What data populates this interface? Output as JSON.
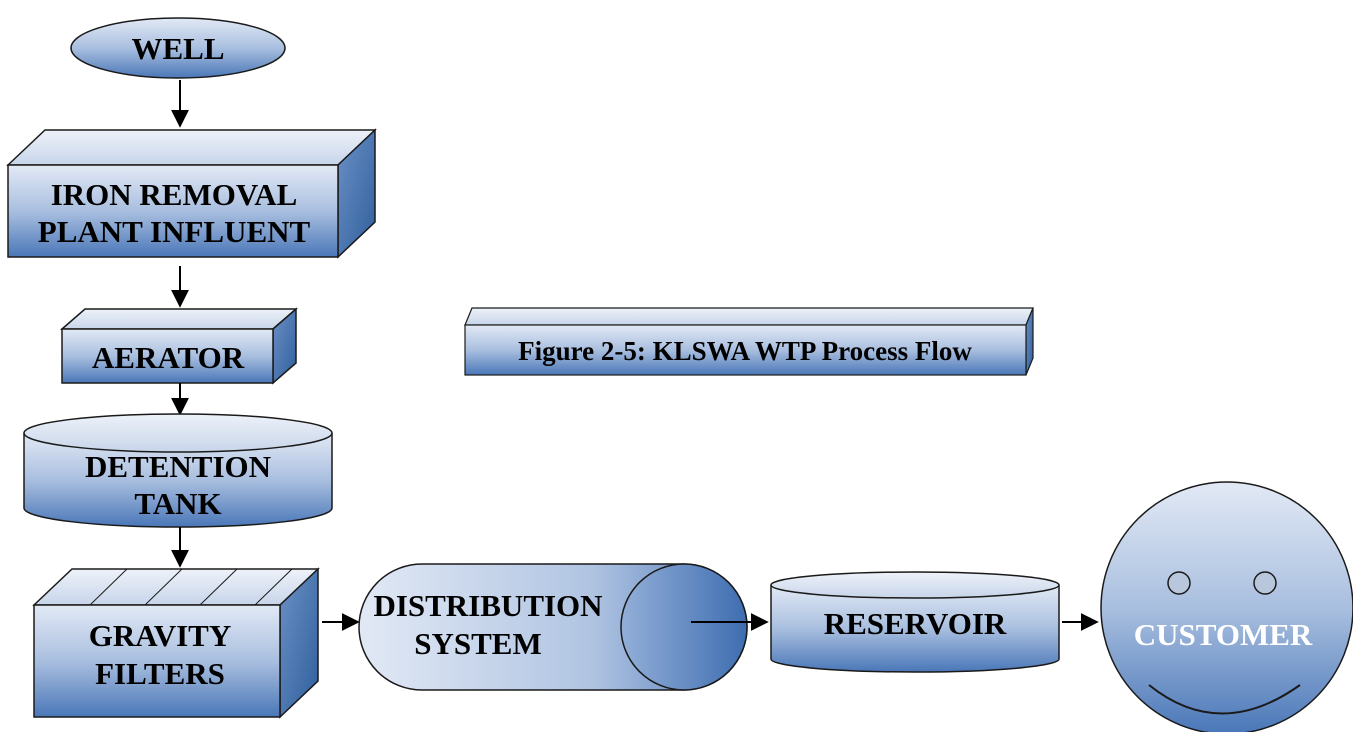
{
  "caption": "Figure 2-5: KLSWA WTP Process Flow",
  "colors": {
    "fill_light": "#dbe4f3",
    "fill_dark": "#4a77b8",
    "side_fill": "#3d6aa8",
    "outline": "#1a1a1a",
    "arrow": "#000000",
    "customer_text": "#ffffff"
  },
  "nodes": {
    "well": {
      "shape": "ellipse",
      "lines": [
        "WELL"
      ]
    },
    "iron_removal": {
      "shape": "3d-box",
      "lines": [
        "IRON REMOVAL",
        "PLANT INFLUENT"
      ]
    },
    "aerator": {
      "shape": "3d-box",
      "lines": [
        "AERATOR"
      ]
    },
    "detention_tank": {
      "shape": "cylinder",
      "lines": [
        "DETENTION",
        "TANK"
      ]
    },
    "gravity_filters": {
      "shape": "3d-box-hatched",
      "lines": [
        "GRAVITY",
        "FILTERS"
      ]
    },
    "distribution_system": {
      "shape": "horizontal-cylinder",
      "lines": [
        "DISTRIBUTION",
        "SYSTEM"
      ]
    },
    "reservoir": {
      "shape": "cylinder",
      "lines": [
        "RESERVOIR"
      ]
    },
    "customer": {
      "shape": "smiley-face",
      "lines": [
        "CUSTOMER"
      ]
    }
  },
  "edges": [
    {
      "from": "well",
      "to": "iron_removal"
    },
    {
      "from": "iron_removal",
      "to": "aerator"
    },
    {
      "from": "aerator",
      "to": "detention_tank"
    },
    {
      "from": "detention_tank",
      "to": "gravity_filters"
    },
    {
      "from": "gravity_filters",
      "to": "distribution_system"
    },
    {
      "from": "distribution_system",
      "to": "reservoir"
    },
    {
      "from": "reservoir",
      "to": "customer"
    }
  ]
}
